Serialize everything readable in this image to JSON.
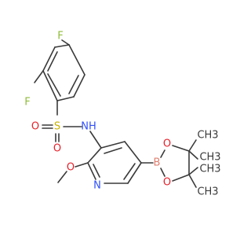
{
  "molecule": {
    "atoms": {
      "f_para": {
        "label": "F",
        "color": "#8fbc3a"
      },
      "f_ortho": {
        "label": "F",
        "color": "#8fbc3a"
      },
      "s": {
        "label": "S",
        "color": "#c8b400"
      },
      "o_s_left": {
        "label": "O",
        "color": "#e8202a"
      },
      "o_s_down": {
        "label": "O",
        "color": "#e8202a"
      },
      "nh": {
        "label": "NH",
        "color": "#3050f8"
      },
      "o_methoxy": {
        "label": "O",
        "color": "#e8202a"
      },
      "n_ring": {
        "label": "N",
        "color": "#3050f8"
      },
      "b": {
        "label": "B",
        "color": "#e08070"
      },
      "o_b_top": {
        "label": "O",
        "color": "#e8202a"
      },
      "o_b_bottom": {
        "label": "O",
        "color": "#e8202a"
      },
      "ch3_1": {
        "label": "CH3",
        "color": "#3a3a3a"
      },
      "ch3_2": {
        "label": "CH3",
        "color": "#3a3a3a"
      },
      "ch3_3": {
        "label": "CH3",
        "color": "#3a3a3a"
      },
      "ch3_4": {
        "label": "CH3",
        "color": "#3a3a3a"
      }
    },
    "bond_color": "#3a3a3a"
  }
}
